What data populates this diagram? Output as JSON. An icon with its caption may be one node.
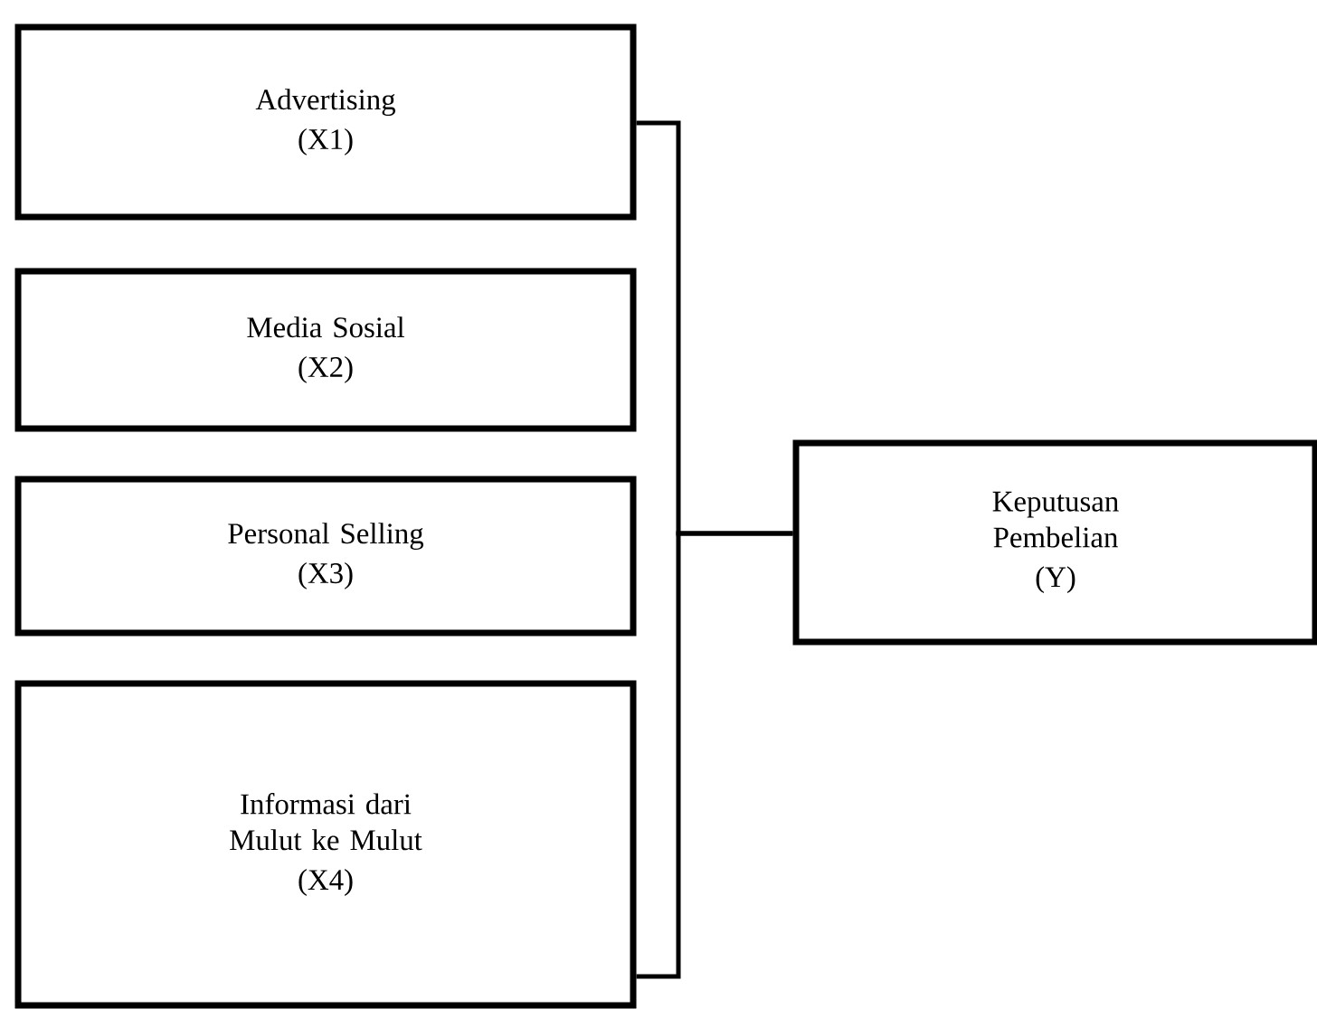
{
  "diagram": {
    "nodes": [
      {
        "text": [
          "Advertising",
          "(X1)"
        ]
      },
      {
        "text": [
          "Media Sosial",
          "(X2)"
        ]
      },
      {
        "text": [
          "Personal Selling",
          "(X3)"
        ]
      },
      {
        "text": [
          "Informasi dari Mulut ke Mulut",
          "(X4)"
        ]
      },
      {
        "text": [
          "Keputusan Pembelian",
          "(Y)"
        ]
      }
    ],
    "edges": [
      {
        "from": 0,
        "to": 4,
        "arrow": "none"
      },
      {
        "from": 3,
        "to": 4,
        "arrow": "none"
      }
    ]
  }
}
